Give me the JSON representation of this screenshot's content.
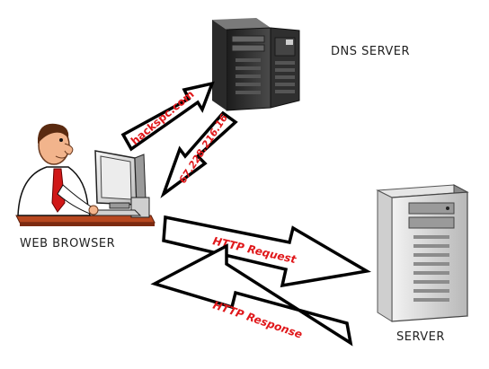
{
  "nodes": {
    "dns_server": {
      "label": "DNS SERVER",
      "icon": "dns-server-tower-icon"
    },
    "web_browser": {
      "label": "WEB BROWSER",
      "icon": "user-at-computer-icon"
    },
    "server": {
      "label": "SERVER",
      "icon": "web-server-tower-icon"
    }
  },
  "arrows": {
    "dns_query": {
      "label": "hackspc.com",
      "direction": "browser-to-dns"
    },
    "dns_reply": {
      "label": "67.228.216.16",
      "direction": "dns-to-browser"
    },
    "http_request": {
      "label": "HTTP Request",
      "direction": "browser-to-server"
    },
    "http_response": {
      "label": "HTTP Response",
      "direction": "server-to-browser"
    }
  },
  "colors": {
    "arrow_text": "#e0181b",
    "arrow_fill": "#ffffff",
    "arrow_stroke": "#000000",
    "server_dark": "#3a3a3a",
    "server_light": "#d9d9d9",
    "shirt": "#ffffff",
    "tie": "#d01818",
    "skin": "#f2b48c"
  }
}
